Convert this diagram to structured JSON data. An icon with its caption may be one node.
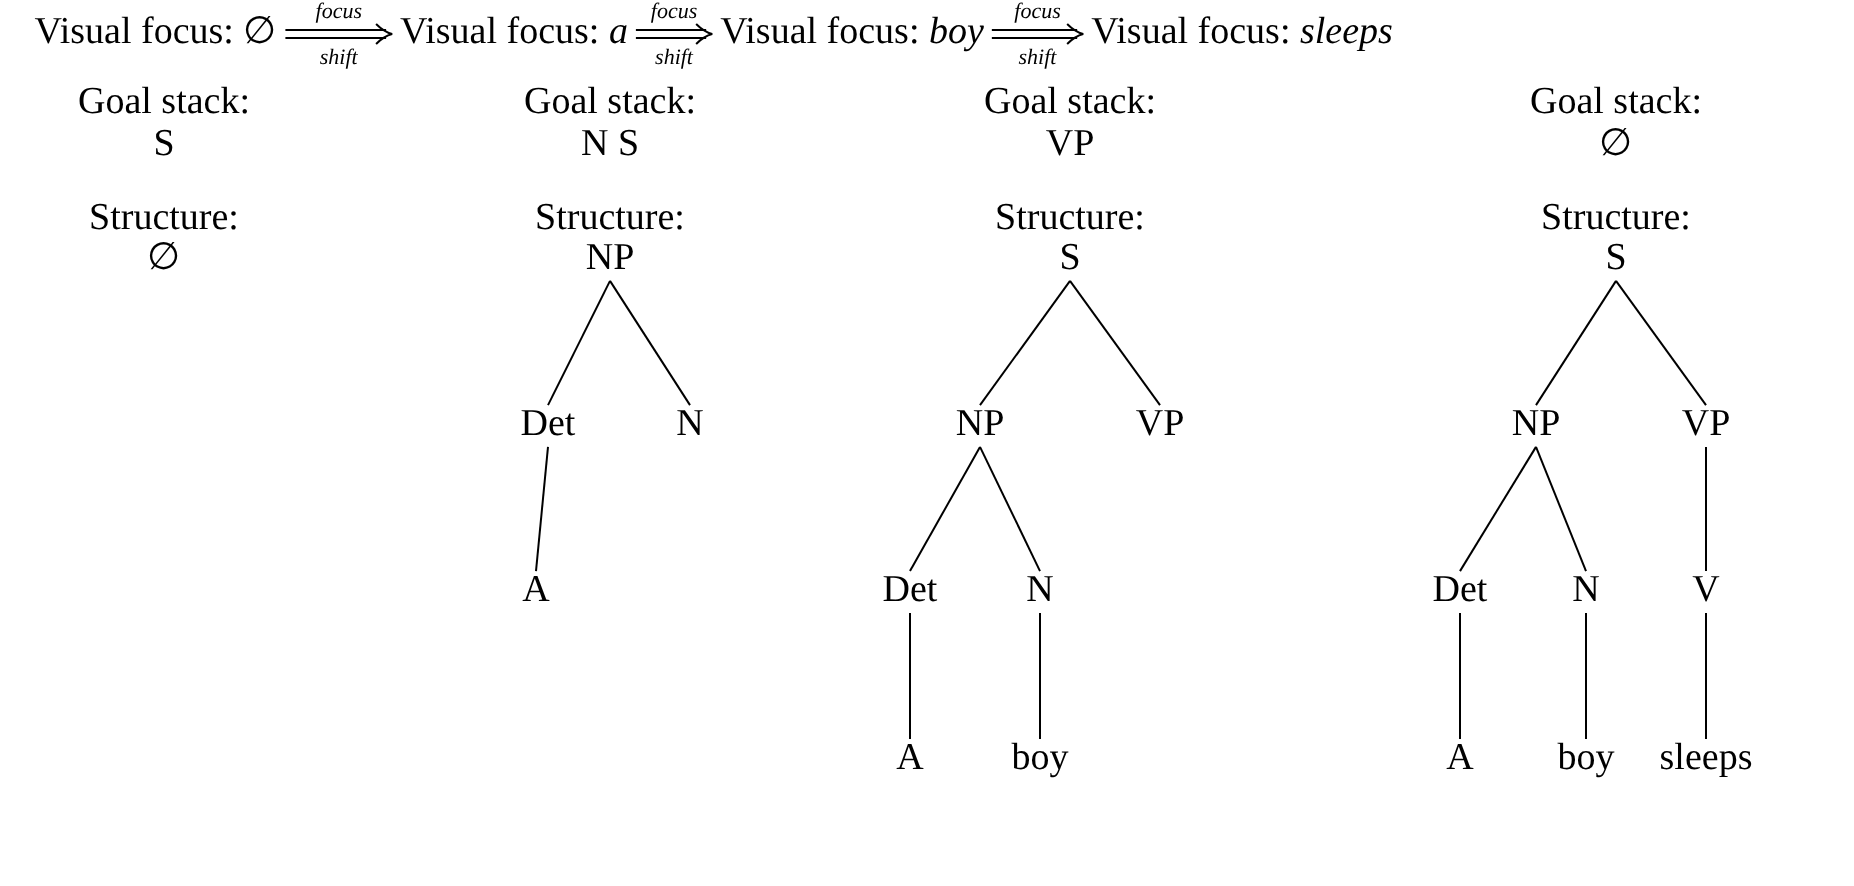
{
  "diagram": {
    "nodes": [
      {
        "text": [
          "Visual focus: ∅"
        ]
      },
      {
        "text": [
          "Visual focus: *a*"
        ]
      },
      {
        "text": [
          "Visual focus: *boy*"
        ]
      },
      {
        "text": [
          "Visual focus: *sleeps*"
        ]
      },
      {
        "text": [
          "NP"
        ]
      },
      {
        "text": [
          "Det"
        ]
      },
      {
        "text": [
          "N"
        ]
      },
      {
        "text": [
          "A"
        ]
      },
      {
        "text": [
          "S"
        ]
      },
      {
        "text": [
          "NP"
        ]
      },
      {
        "text": [
          "VP"
        ]
      },
      {
        "text": [
          "Det"
        ]
      },
      {
        "text": [
          "N"
        ]
      },
      {
        "text": [
          "A"
        ]
      },
      {
        "text": [
          "boy"
        ]
      },
      {
        "text": [
          "S"
        ]
      },
      {
        "text": [
          "NP"
        ]
      },
      {
        "text": [
          "VP"
        ]
      },
      {
        "text": [
          "Det"
        ]
      },
      {
        "text": [
          "N"
        ]
      },
      {
        "text": [
          "V"
        ]
      },
      {
        "text": [
          "A"
        ]
      },
      {
        "text": [
          "boy"
        ]
      },
      {
        "text": [
          "sleeps"
        ]
      }
    ],
    "edges": [
      {
        "from": 0,
        "to": 1,
        "arrow": "to",
        "label": "focus shift"
      },
      {
        "from": 1,
        "to": 2,
        "arrow": "to",
        "label": "focus shift"
      },
      {
        "from": 2,
        "to": 3,
        "arrow": "to",
        "label": "focus shift"
      },
      {
        "from": 4,
        "to": 5,
        "arrow": "none"
      },
      {
        "from": 4,
        "to": 6,
        "arrow": "none"
      },
      {
        "from": 5,
        "to": 7,
        "arrow": "none"
      },
      {
        "from": 8,
        "to": 9,
        "arrow": "none"
      },
      {
        "from": 8,
        "to": 10,
        "arrow": "none"
      },
      {
        "from": 9,
        "to": 11,
        "arrow": "none"
      },
      {
        "from": 9,
        "to": 12,
        "arrow": "none"
      },
      {
        "from": 11,
        "to": 13,
        "arrow": "none"
      },
      {
        "from": 12,
        "to": 14,
        "arrow": "none"
      },
      {
        "from": 15,
        "to": 16,
        "arrow": "none"
      },
      {
        "from": 15,
        "to": 17,
        "arrow": "none"
      },
      {
        "from": 16,
        "to": 18,
        "arrow": "none"
      },
      {
        "from": 16,
        "to": 19,
        "arrow": "none"
      },
      {
        "from": 17,
        "to": 20,
        "arrow": "none"
      },
      {
        "from": 18,
        "to": 21,
        "arrow": "none"
      },
      {
        "from": 19,
        "to": 22,
        "arrow": "none"
      },
      {
        "from": 20,
        "to": 23,
        "arrow": "none"
      }
    ],
    "labels": [
      "Goal stack:",
      "Goal stack:",
      "Goal stack:",
      "Goal stack:",
      "S",
      "N S",
      "VP",
      "∅",
      "Structure:",
      "Structure:",
      "Structure:",
      "Structure:",
      "∅"
    ]
  }
}
